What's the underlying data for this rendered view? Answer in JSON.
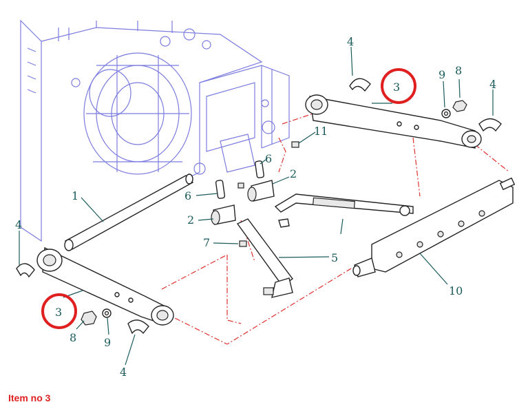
{
  "caption": "Item no 3",
  "colors": {
    "housing": "#7b7be0",
    "callout": "#1a5a5a",
    "highlight": "#e02020",
    "link": "#e03030"
  },
  "callouts": {
    "c4_top": "4",
    "c3_top": "3",
    "c9_top": "9",
    "c8_top": "8",
    "c4_right": "4",
    "c11": "11",
    "c6_right": "6",
    "c2_right": "2",
    "c6_left": "6",
    "c1": "1",
    "c2_left": "2",
    "c4_left": "4",
    "c7": "7",
    "c5": "5",
    "c10": "10",
    "c3_bottom": "3",
    "c8_bottom": "8",
    "c9_bottom": "9",
    "c4_bottom": "4"
  }
}
